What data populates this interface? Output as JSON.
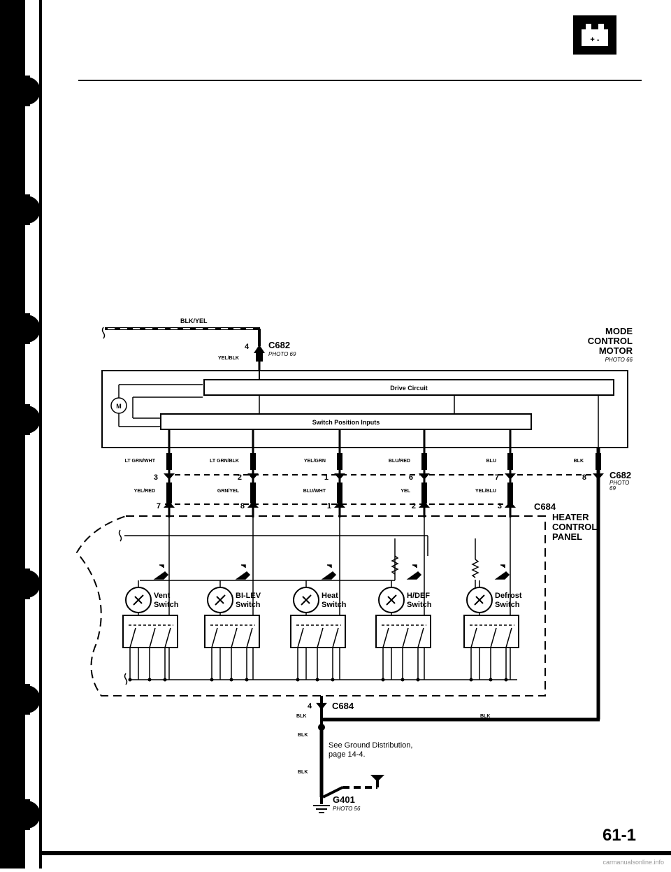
{
  "header": {
    "battery_symbol": "+ -"
  },
  "page_number": "61-1",
  "footer": {
    "watermark": "carmanualsonline.info"
  },
  "top_wire": {
    "color": "BLK/YEL",
    "pin": "4",
    "color2": "YEL/BLK"
  },
  "c682_top": {
    "connector": "C682",
    "photo": "PHOTO 69"
  },
  "motor": {
    "title1": "MODE",
    "title2": "CONTROL",
    "title3": "MOTOR",
    "photo": "PHOTO 66",
    "symbol": "M"
  },
  "drive_circuit": "Drive Circuit",
  "switch_inputs": "Switch Position Inputs",
  "wires_top": [
    "LT GRN/WHT",
    "LT GRN/BLK",
    "YEL/GRN",
    "BLU/RED",
    "BLU",
    "BLK"
  ],
  "pins_top": [
    "3",
    "2",
    "1",
    "6",
    "7",
    "8"
  ],
  "wires_bottom": [
    "YEL/RED",
    "GRN/YEL",
    "BLU/WHT",
    "YEL",
    "YEL/BLU"
  ],
  "pins_bottom": [
    "7",
    "8",
    "1",
    "2",
    "3"
  ],
  "c682_right": {
    "connector": "C682",
    "photo": "PHOTO",
    "photo2": "69"
  },
  "c684_label": "C684",
  "panel": {
    "line1": "HEATER",
    "line2": "CONTROL",
    "line3": "PANEL"
  },
  "switches": [
    {
      "line1": "Vent",
      "line2": "Switch"
    },
    {
      "line1": "BI-LEV",
      "line2": "Switch"
    },
    {
      "line1": "Heat",
      "line2": "Switch"
    },
    {
      "line1": "H/DEF",
      "line2": "Switch"
    },
    {
      "line1": "Defrost",
      "line2": "Switch"
    }
  ],
  "ground": {
    "pin": "4",
    "connector": "C684",
    "blk1": "BLK",
    "blk2": "BLK",
    "blk3": "BLK",
    "blk4": "BLK",
    "note1": "See Ground Distribution,",
    "note2": "page 14-4.",
    "g_connector": "G401",
    "g_photo": "PHOTO 56"
  }
}
